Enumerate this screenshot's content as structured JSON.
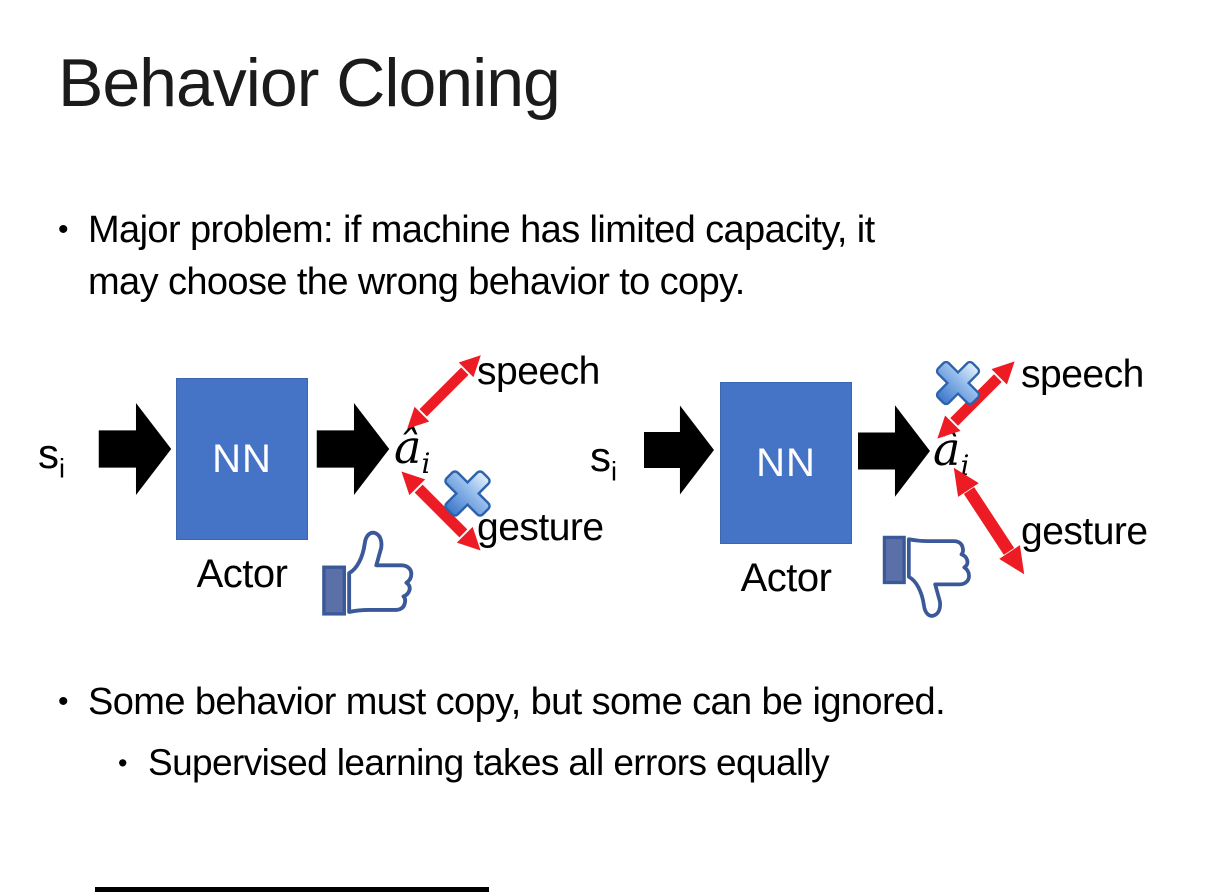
{
  "slide": {
    "title": "Behavior Cloning",
    "bullet_glyph": "•",
    "bullet_major_line1": "Major problem: if machine has limited capacity, it",
    "bullet_major_line2": "may choose the wrong behavior to copy.",
    "bullet_some": "Some behavior must copy, but some can be ignored.",
    "bullet_supervised": "Supervised learning takes all errors equally"
  },
  "diagram_left": {
    "input_label": "s",
    "input_sub": "i",
    "nn_label": "NN",
    "output_label": "â",
    "output_sub": "i",
    "actor_label": "Actor",
    "speech_label": "speech",
    "gesture_label": "gesture",
    "crossed_out_label": "gesture",
    "cross_icon": "blue-x-icon",
    "feedback_icon": "thumbs-up-icon"
  },
  "diagram_right": {
    "input_label": "s",
    "input_sub": "i",
    "nn_label": "NN",
    "output_label": "â",
    "output_sub": "i",
    "actor_label": "Actor",
    "speech_label": "speech",
    "gesture_label": "gesture",
    "crossed_out_label": "speech",
    "cross_icon": "blue-x-icon",
    "feedback_icon": "thumbs-down-icon"
  },
  "colors": {
    "background": "#FFFFFF",
    "text": "#000000",
    "nn_box_fill": "#4573C6",
    "nn_box_text": "#FFFFFF",
    "block_arrow": "#000000",
    "double_arrow_red": "#ED1C24",
    "cross_blue_dark": "#2D62AD",
    "thumb_outline_navy": "#3B5998",
    "thumb_cuff_fill": "#5B6FA8"
  }
}
